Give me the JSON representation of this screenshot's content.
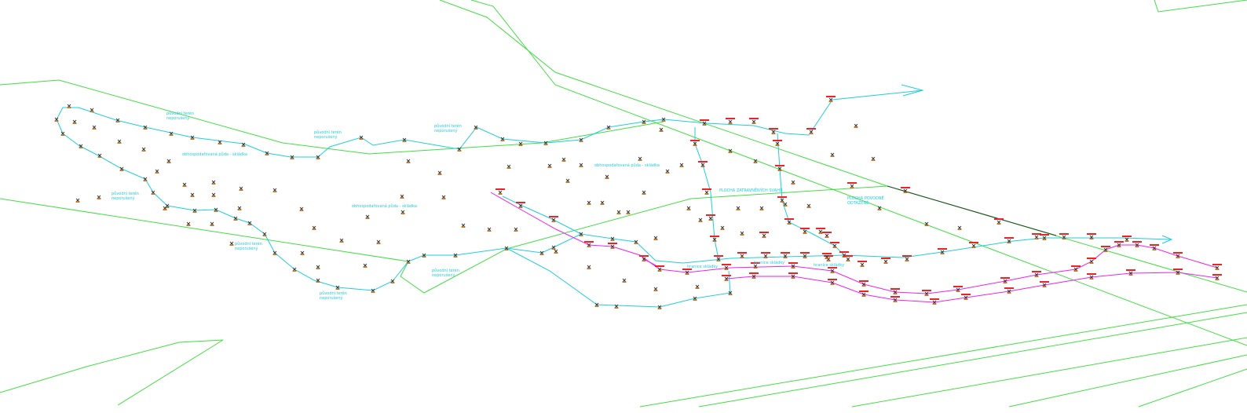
{
  "map": {
    "colors": {
      "boundary": "#44dd44",
      "waterline": "#22ccdd",
      "pipeline": "#ee22ee",
      "dark_line": "#224422",
      "label": "#22ccdd",
      "marker_red": "#ee2222",
      "marker_dark": "#333333"
    },
    "labels": [
      {
        "lines": [
          "původní terén",
          "neporušený"
        ]
      },
      {
        "lines": [
          "původní terén",
          "neporušený"
        ]
      },
      {
        "lines": [
          "původní terén",
          "neporušený"
        ]
      },
      {
        "lines": [
          "obhospodařovaná půda - skládka"
        ]
      },
      {
        "lines": [
          "původní terén",
          "neporušený"
        ]
      },
      {
        "lines": [
          "obhospodařovaná půda - skládka"
        ]
      },
      {
        "lines": [
          "obhospodařovaná půda - skládka"
        ]
      },
      {
        "lines": [
          "původní terén",
          "neporušený"
        ]
      },
      {
        "lines": [
          "původní terén",
          "neporušený"
        ]
      },
      {
        "lines": [
          "původní terén",
          "neporušený"
        ]
      },
      {
        "lines": [
          "PLOCHA ZATRAVNĚNÝCH SVAHŮ"
        ]
      },
      {
        "lines": [
          "PLOCHA POVODNĚ",
          "ODTAŽENÉ"
        ]
      },
      {
        "lines": [
          "hranice skládky"
        ]
      },
      {
        "lines": [
          "hranice skládky"
        ]
      },
      {
        "lines": [
          "hranice skládky"
        ]
      }
    ]
  }
}
